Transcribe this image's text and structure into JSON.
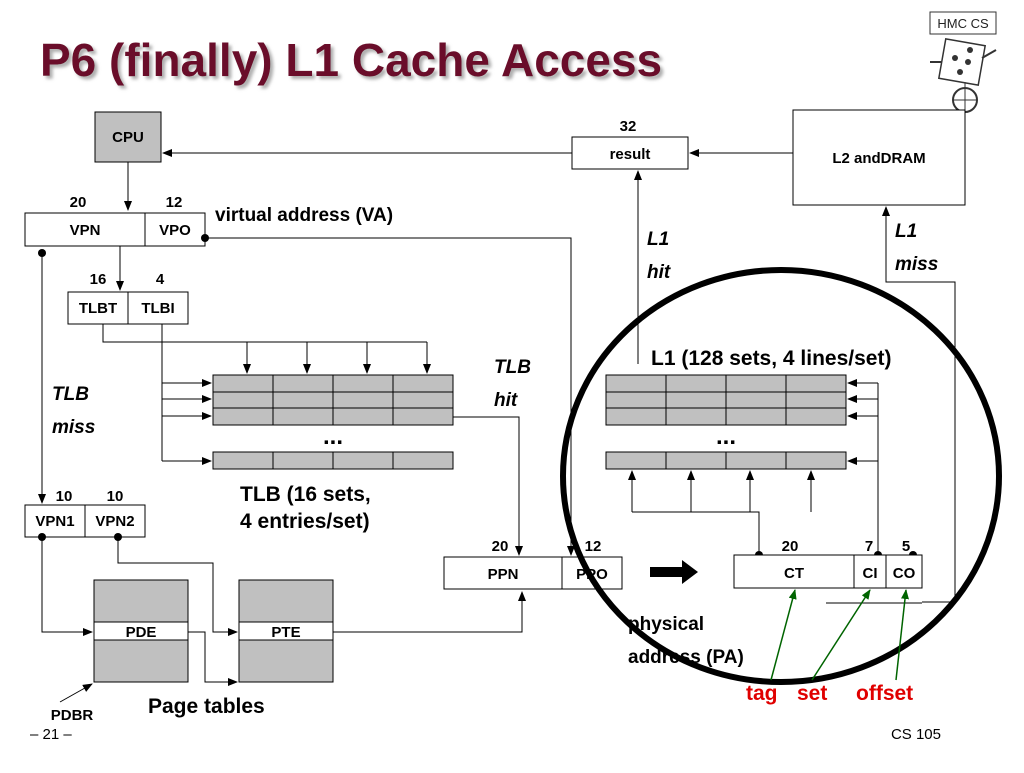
{
  "slide": {
    "title": "P6 (finally) L1 Cache Access",
    "page_number": "– 21 –",
    "course": "CS 105",
    "logo_text": "HMC CS"
  },
  "blocks": {
    "cpu": "CPU",
    "result": "result",
    "result_bits": "32",
    "l2": "L2 andDRAM",
    "vpn": "VPN",
    "vpo": "VPO",
    "vpn_bits": "20",
    "vpo_bits": "12",
    "va_label": "virtual address (VA)",
    "tlbt": "TLBT",
    "tlbi": "TLBI",
    "tlbt_bits": "16",
    "tlbi_bits": "4",
    "vpn1": "VPN1",
    "vpn2": "VPN2",
    "vpn1_bits": "10",
    "vpn2_bits": "10",
    "pde": "PDE",
    "pte": "PTE",
    "pdbr": "PDBR",
    "page_tables": "Page tables",
    "ppn": "PPN",
    "ppo": "PPO",
    "ppn_bits": "20",
    "ppo_bits": "12",
    "ct": "CT",
    "ci": "CI",
    "co": "CO",
    "ct_bits": "20",
    "ci_bits": "7",
    "co_bits": "5",
    "pa_label_1": "physical",
    "pa_label_2": "address (PA)",
    "tag": "tag",
    "set": "set",
    "offset": "offset"
  },
  "annotations": {
    "tlb_miss_1": "TLB",
    "tlb_miss_2": "miss",
    "tlb_hit_1": "TLB",
    "tlb_hit_2": "hit",
    "l1_hit_1": "L1",
    "l1_hit_2": "hit",
    "l1_miss_1": "L1",
    "l1_miss_2": "miss",
    "tlb_desc_1": "TLB (16 sets,",
    "tlb_desc_2": "4 entries/set)",
    "l1_desc": "L1 (128 sets, 4 lines/set)",
    "ellipsis": "..."
  },
  "colors": {
    "title": "#6b0f2a",
    "grey_box": "#c0c0c0",
    "circle": "#000000",
    "arrows_green": "#006400",
    "offset_red": "#e00000"
  }
}
